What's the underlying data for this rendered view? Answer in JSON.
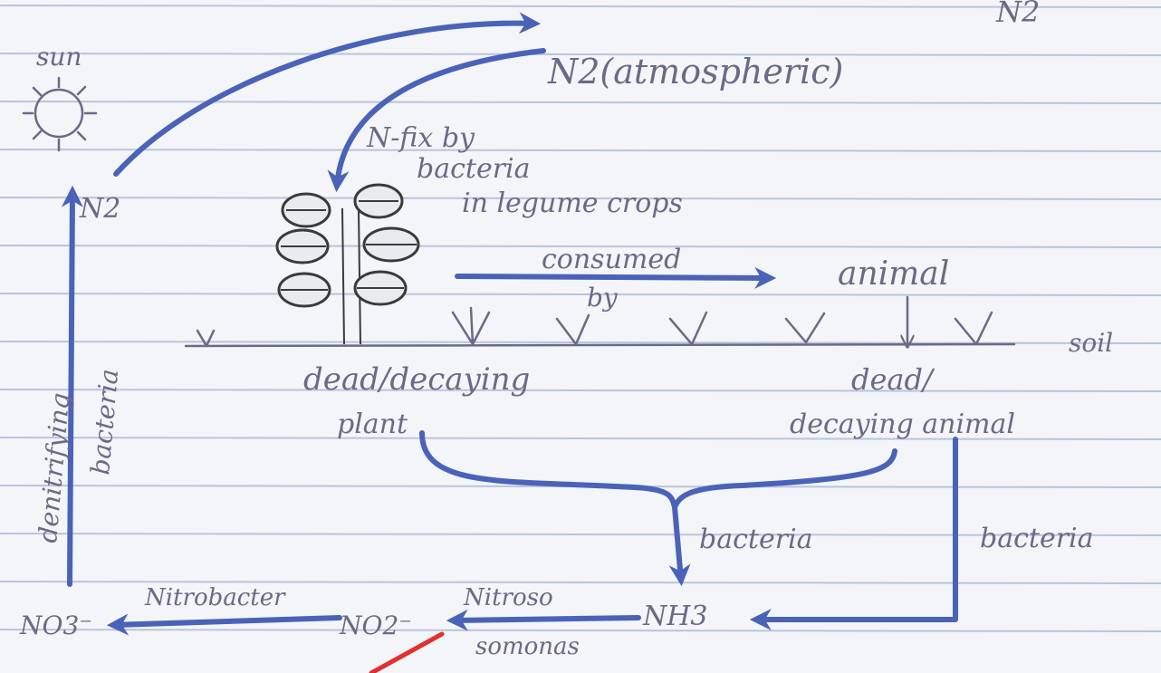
{
  "labels": {
    "sun": "sun",
    "n2_atmospheric": "N2(atmospheric)",
    "n2_top_right": "N2",
    "n_fix": "N-fix by",
    "bacteria_line": "bacteria",
    "legume_line": "in legume crops",
    "consumed_by_1": "consumed",
    "consumed_by_2": "by",
    "animal": "animal",
    "soil": "soil",
    "dead_plant_1": "dead/decaying",
    "dead_plant_2": "plant",
    "dead_animal_1": "dead/",
    "dead_animal_2": "decaying animal",
    "n2_left": "N2",
    "denitrifying_1": "denitrifying",
    "denitrifying_2": "bacteria",
    "bacteria_center": "bacteria",
    "bacteria_right": "bacteria",
    "nh3": "NH3",
    "nitrosomonas_1": "Nitroso",
    "nitrosomonas_2": "somonas",
    "no2": "NO2⁻",
    "nitrobacter": "Nitrobacter",
    "no3": "NO3⁻"
  },
  "colors": {
    "paper": "#f3f5f8",
    "rule_line": "#b9c4dc",
    "arrow_blue": "#4a62b8",
    "pencil": "#6a6a86",
    "pointer_red": "#e23030"
  },
  "icons": {
    "sun": "sun-icon",
    "plant": "plant-icon",
    "grass": "grass-tuft-icon"
  }
}
